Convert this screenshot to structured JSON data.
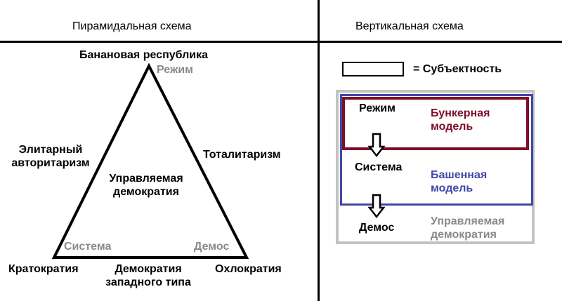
{
  "left": {
    "header": "Пирамидальная схема",
    "top_vertex": {
      "title": "Банановая республика",
      "sub": "Режим"
    },
    "left_side": {
      "line1": "Элитарный",
      "line2": "авторитаризм"
    },
    "right_side": "Тоталитаризм",
    "center": {
      "line1": "Управляемая",
      "line2": "демократия"
    },
    "bottom_left_inner": "Система",
    "bottom_right_inner": "Демос",
    "bottom_left": "Кратократия",
    "bottom_center": {
      "line1": "Демократия",
      "line2": "западного типа"
    },
    "bottom_right": "Охлократия"
  },
  "right": {
    "header": "Вертикальная схема",
    "legend": "= Субъектность",
    "levels": [
      {
        "name": "Режим",
        "model_line1": "Бункерная",
        "model_line2": "модель"
      },
      {
        "name": "Система",
        "model_line1": "Башенная",
        "model_line2": "модель"
      },
      {
        "name": "Демос",
        "model_line1": "Управляемая",
        "model_line2": "демократия"
      }
    ]
  },
  "colors": {
    "bunker": "#7d0f2b",
    "tower": "#3f48a6",
    "managed": "#8a8a8a",
    "gray_label": "#8a8a8a"
  }
}
